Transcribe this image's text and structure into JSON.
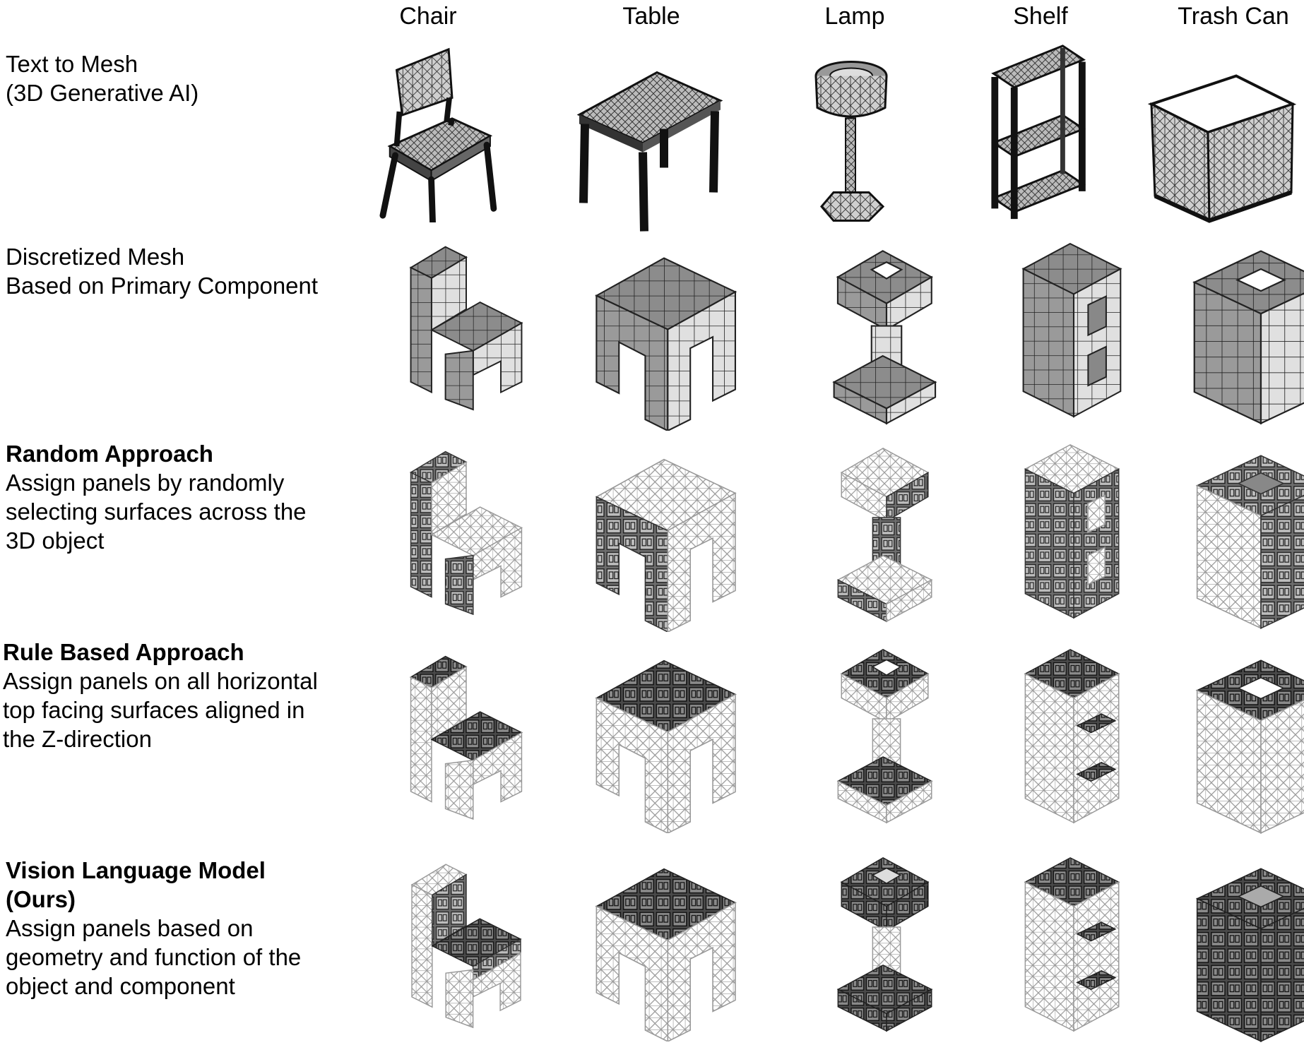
{
  "columns": [
    "Chair",
    "Table",
    "Lamp",
    "Shelf",
    "Trash Can"
  ],
  "rows": [
    {
      "title": "",
      "lines": [
        "Text to Mesh",
        "(3D Generative AI)"
      ]
    },
    {
      "title": "",
      "lines": [
        "Discretized Mesh",
        "Based on Primary Component"
      ]
    },
    {
      "title": "Random Approach",
      "lines": [
        "Assign panels by randomly",
        "selecting surfaces across the",
        "3D object"
      ]
    },
    {
      "title": "Rule Based Approach",
      "lines": [
        "Assign panels on all horizontal",
        "top facing surfaces aligned in",
        "the Z-direction"
      ]
    },
    {
      "title_lines": [
        "Vision Language Model",
        "(Ours)"
      ],
      "lines": [
        "Assign panels based on",
        "geometry and function of the",
        "object and component"
      ]
    }
  ]
}
